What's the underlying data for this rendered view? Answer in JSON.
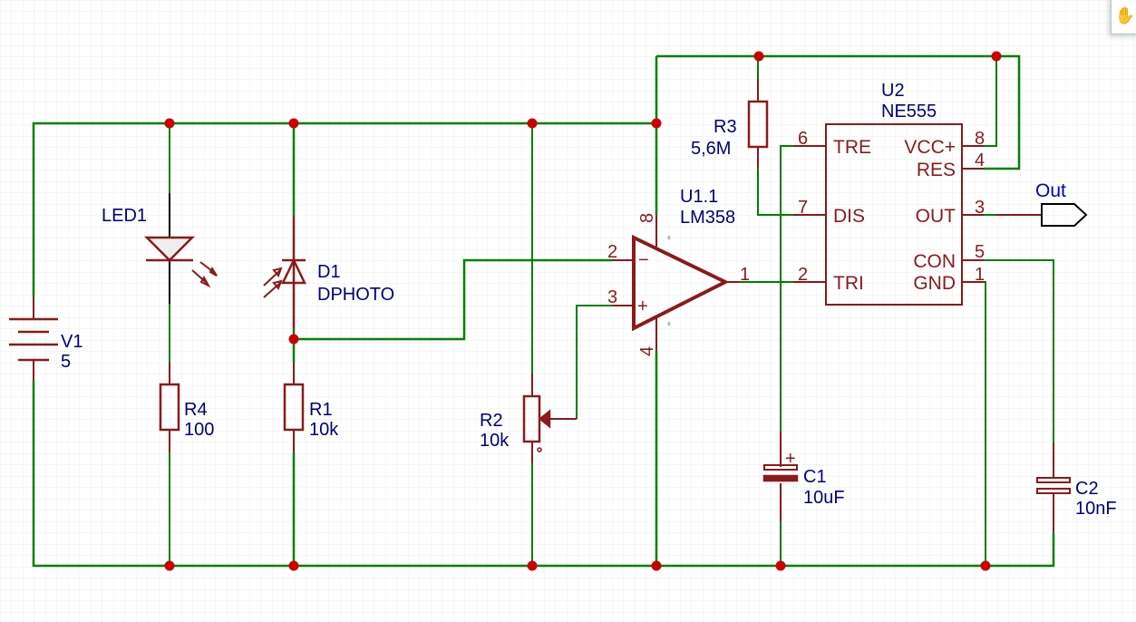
{
  "colors": {
    "wire": "#008000",
    "component": "#8b1a1a",
    "junction": "#cc0000",
    "label": "#00007a",
    "net_label": "#0000cc",
    "grid": "#ececec"
  },
  "components": {
    "V1": {
      "ref": "V1",
      "value": "5",
      "type": "battery"
    },
    "LED1": {
      "ref": "LED1",
      "value": "",
      "type": "led"
    },
    "R4": {
      "ref": "R4",
      "value": "100",
      "type": "resistor"
    },
    "D1": {
      "ref": "D1",
      "value": "DPHOTO",
      "type": "photodiode"
    },
    "R1": {
      "ref": "R1",
      "value": "10k",
      "type": "resistor"
    },
    "R2": {
      "ref": "R2",
      "value": "10k",
      "type": "potentiometer"
    },
    "U1": {
      "ref": "U1.1",
      "value": "LM358",
      "type": "opamp",
      "pins": {
        "in_minus": "2",
        "in_plus": "3",
        "out": "1",
        "vcc": "8",
        "gnd": "4"
      },
      "symbols": {
        "minus": "−",
        "plus": "+"
      }
    },
    "R3": {
      "ref": "R3",
      "value": "5,6M",
      "type": "resistor"
    },
    "U2": {
      "ref": "U2",
      "value": "NE555",
      "type": "timer",
      "pins": [
        {
          "name": "TRE",
          "num": "6"
        },
        {
          "name": "DIS",
          "num": "7"
        },
        {
          "name": "TRI",
          "num": "2"
        },
        {
          "name": "VCC+",
          "num": "8"
        },
        {
          "name": "RES",
          "num": "4"
        },
        {
          "name": "OUT",
          "num": "3"
        },
        {
          "name": "CON",
          "num": "5"
        },
        {
          "name": "GND",
          "num": "1"
        }
      ]
    },
    "C1": {
      "ref": "C1",
      "value": "10uF",
      "type": "capacitor-polarized",
      "polarity": "+"
    },
    "C2": {
      "ref": "C2",
      "value": "10nF",
      "type": "capacitor"
    }
  },
  "net_labels": {
    "out": "Out"
  },
  "toolbar": {
    "pan_icon": "hand-icon"
  }
}
